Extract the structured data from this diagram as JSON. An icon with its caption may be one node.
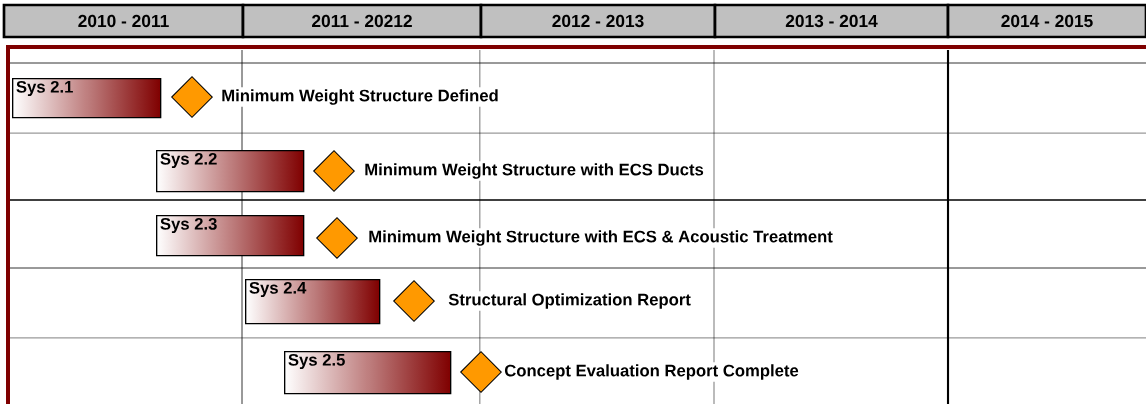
{
  "diagram": {
    "nodes": [
      {
        "text": [
          "2010 - 2011"
        ]
      },
      {
        "text": [
          "2011 - 20212"
        ]
      },
      {
        "text": [
          "2012 - 2013"
        ]
      },
      {
        "text": [
          "2013 - 2014"
        ]
      },
      {
        "text": [
          "2014 - 2015"
        ]
      },
      {
        "text": [
          "Sys 2.1"
        ]
      },
      {
        "text": [],
        "shape": "diamond",
        "beside": [
          "Minimum Weight Structure Defined"
        ]
      },
      {
        "text": [
          "Sys 2.2"
        ]
      },
      {
        "text": [],
        "shape": "diamond",
        "beside": [
          "Minimum Weight Structure with ECS Ducts"
        ]
      },
      {
        "text": [
          "Sys 2.3"
        ]
      },
      {
        "text": [],
        "shape": "diamond",
        "beside": [
          "Minimum Weight Structure with ECS & Acoustic Treatment"
        ]
      },
      {
        "text": [
          "Sys 2.4"
        ]
      },
      {
        "text": [],
        "shape": "diamond",
        "beside": [
          "Structural Optimization Report"
        ]
      },
      {
        "text": [
          "Sys 2.5"
        ]
      },
      {
        "text": [],
        "shape": "diamond",
        "beside": [
          "Concept Evaluation Report Complete"
        ]
      }
    ]
  }
}
